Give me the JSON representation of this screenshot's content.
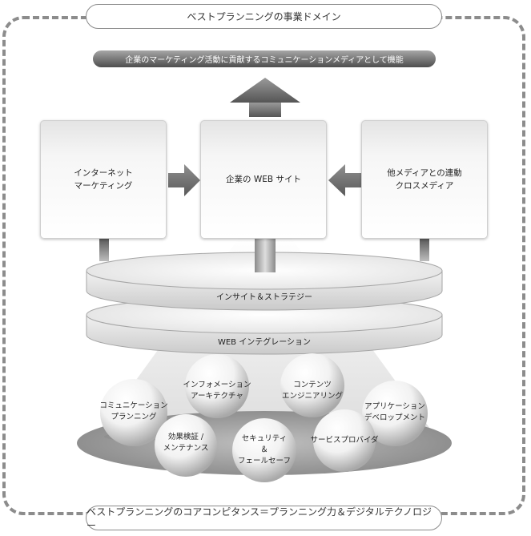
{
  "header": {
    "title": "ベストプランニングの事業ドメイン"
  },
  "banner": {
    "text": "企業のマーケティング活動に貢献するコミュニケーションメディアとして機能"
  },
  "boxes": {
    "left": "インターネット\nマーケティング",
    "center": "企業の WEB サイト",
    "right": "他メディアとの連動\nクロスメディア"
  },
  "layers": {
    "upper": "インサイト＆ストラテジー",
    "lower": "WEB インテグレーション"
  },
  "spheres": {
    "communication_planning": "コミュニケーション\nプランニング",
    "information_architecture": "インフォメーション\nアーキテクチャ",
    "contents_engineering": "コンテンツ\nエンジニアリング",
    "application_development": "アプリケーション\nデベロップメント",
    "effect_verification": "効果検証 /\nメンテナンス",
    "security_failsafe": "セキュリティ\n＆\nフェールセーフ",
    "service_provider": "サービスプロバイダ"
  },
  "footer": {
    "text": "ベストプランニングのコアコンピタンス＝プランニング力＆デジタルテクノロジー"
  }
}
